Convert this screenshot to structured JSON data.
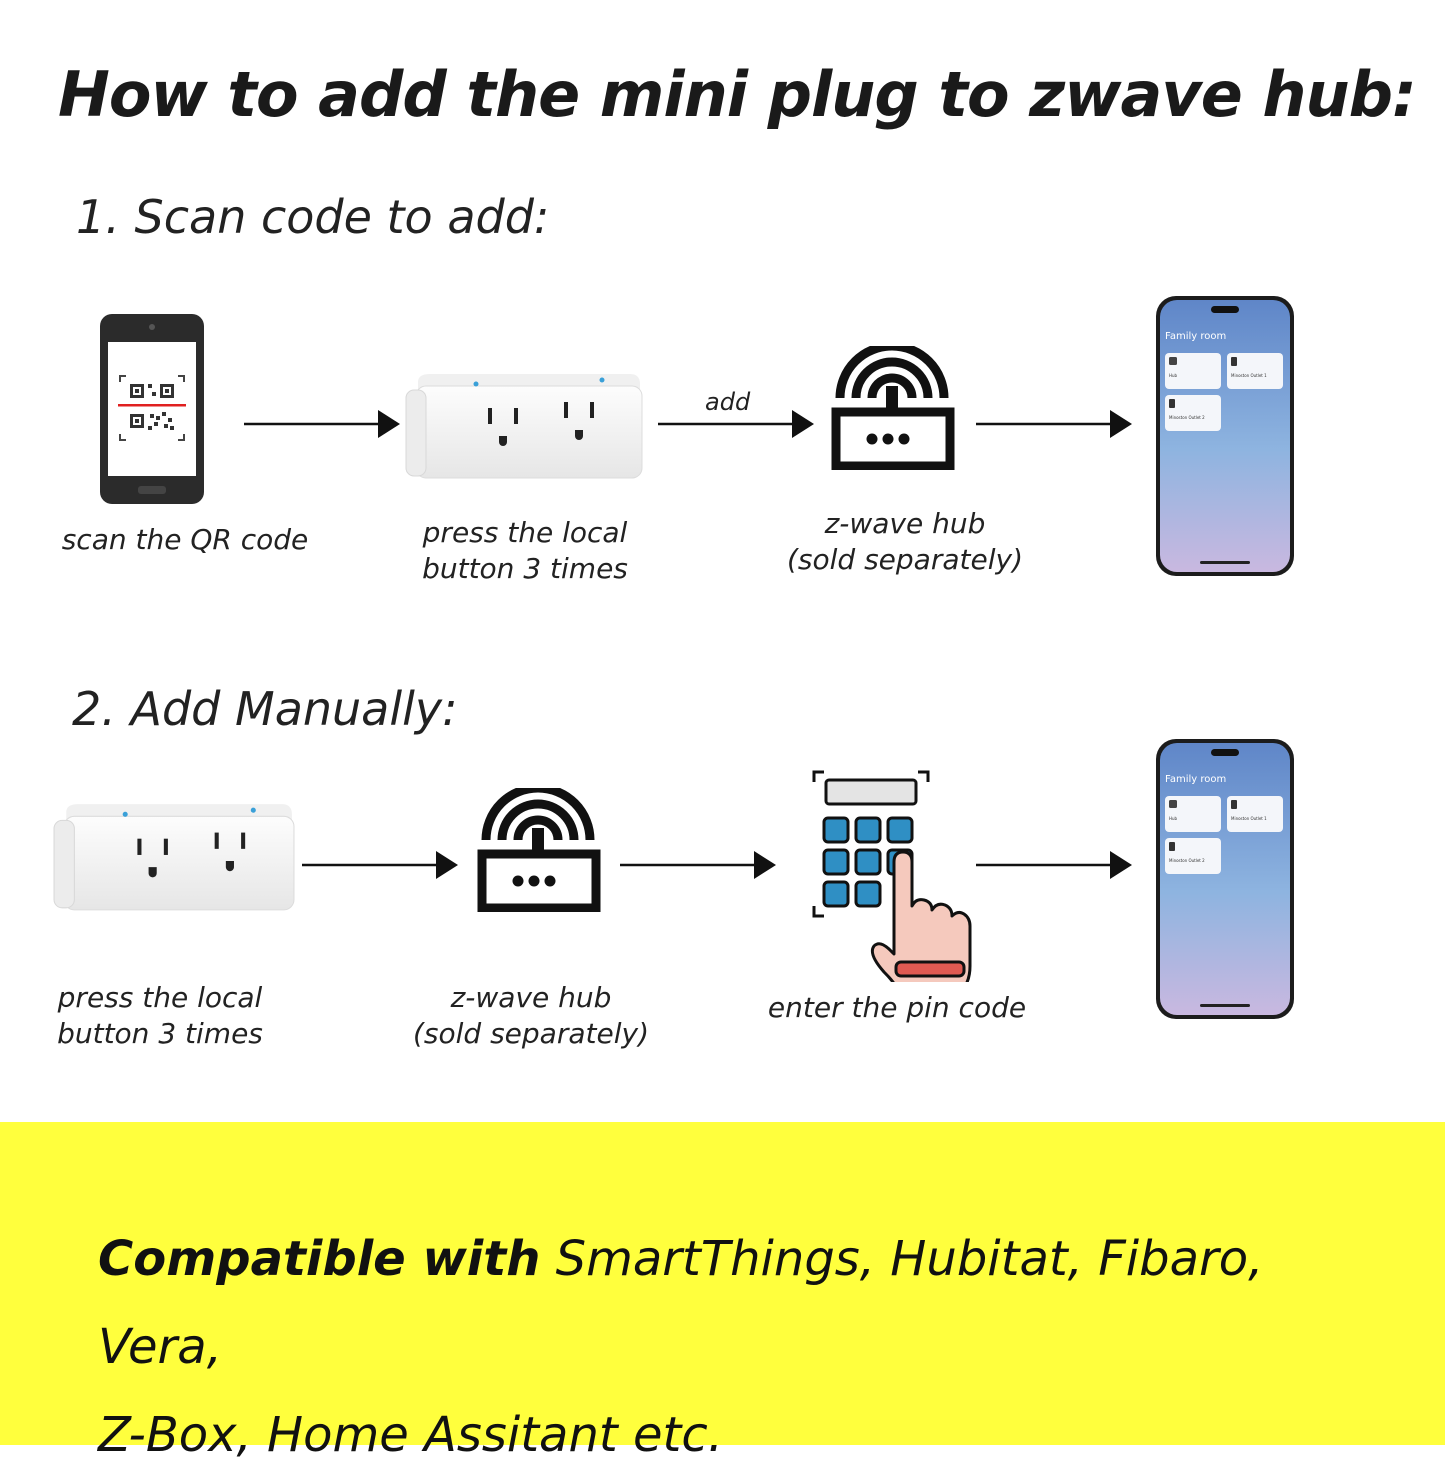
{
  "title": "How to add the mini plug to zwave hub:",
  "section1": {
    "heading": "1. Scan code to add:",
    "step1_caption": "scan the QR code",
    "step2_caption_line1": "press the local",
    "step2_caption_line2": "button 3 times",
    "arrow_label": "add",
    "step3_caption_line1": "z-wave hub",
    "step3_caption_line2": "(sold separately)"
  },
  "section2": {
    "heading": "2. Add Manually:",
    "step1_caption_line1": "press the local",
    "step1_caption_line2": "button 3 times",
    "step2_caption_line1": "z-wave hub",
    "step2_caption_line2": "(sold separately)",
    "step3_caption": "enter the pin code"
  },
  "app_screen": {
    "header": "Family room",
    "tile1": "Hub",
    "tile2": "Minoston Outlet 1",
    "tile3": "Minoston Outlet 2"
  },
  "compatibility": {
    "bold_part": "Compatible with",
    "line1_rest": " SmartThings, Hubitat, Fibaro, Vera,",
    "line2": "Z-Box, Home Assitant etc."
  },
  "colors": {
    "banner": "#ffff3d",
    "keypad_key": "#2f8fc4",
    "hand": "#f5c9bd",
    "cuff": "#e05a52"
  }
}
